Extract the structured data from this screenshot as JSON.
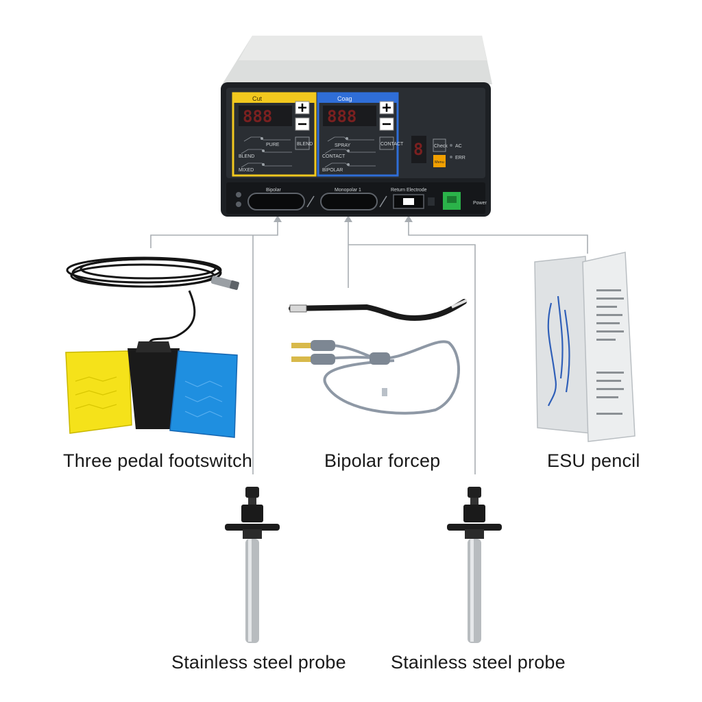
{
  "device": {
    "panels": {
      "cut": {
        "label": "Cut",
        "display": "888",
        "modes": [
          "PURE",
          "BLEND",
          "MIXED"
        ],
        "button": "BLEND"
      },
      "coag": {
        "label": "Coag",
        "display": "888",
        "modes": [
          "SPRAY",
          "CONTACT",
          "BIPOLAR"
        ],
        "button": "CONTACT"
      },
      "right": {
        "display": "8",
        "button_top": "Check",
        "button_mid": "Menu",
        "status_1": "AC",
        "status_2": "ERR"
      }
    },
    "ports": {
      "port_1": "Bipolar",
      "port_2": "Monopolar 1",
      "port_3": "Return Electrode",
      "power": "Power"
    }
  },
  "captions": {
    "footswitch": "Three pedal footswitch",
    "forcep": "Bipolar forcep",
    "pencil": "ESU pencil",
    "probe_left": "Stainless steel probe",
    "probe_right": "Stainless steel probe"
  },
  "colors": {
    "cut_accent": "#f2c81e",
    "coag_accent": "#2f6ed8",
    "pedal_yellow": "#f5e21a",
    "pedal_blue": "#1f8fe0",
    "power_green": "#2bb34a",
    "connector_line": "#a8adb2"
  },
  "icons": [
    "plus-icon",
    "minus-icon",
    "arrow-up-icon",
    "cable-coil-icon"
  ]
}
